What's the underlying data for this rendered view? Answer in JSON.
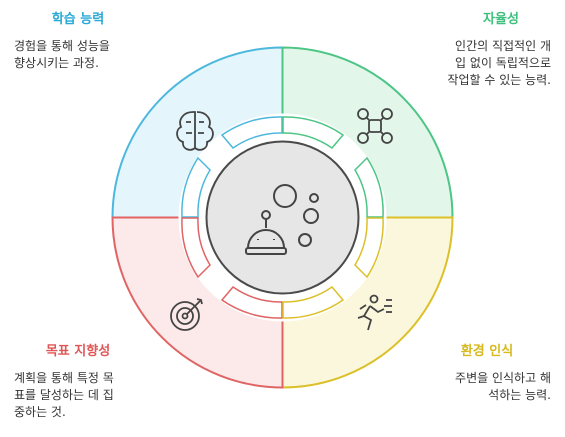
{
  "quadrants": {
    "learning": {
      "title": "학습 능력",
      "desc_line1": "경험을 통해 성능을",
      "desc_line2": "향상시키는 과정.",
      "color": "#29a9d6",
      "icon": "brain-icon"
    },
    "autonomy": {
      "title": "자율성",
      "desc_line1": "인간의 직접적인 개",
      "desc_line2": "입 없이 독립적으로",
      "desc_line3": "작업할 수 있는 능력.",
      "color": "#3ec07c",
      "icon": "drone-icon"
    },
    "goal": {
      "title": "목표 지향성",
      "desc_line1": "계획을 통해 특정 목",
      "desc_line2": "표를 달성하는 데 집",
      "desc_line3": "중하는 것.",
      "color": "#e05555",
      "icon": "target-icon"
    },
    "perception": {
      "title": "환경 인식",
      "desc_line1": "주변을 인식하고 해",
      "desc_line2": "석하는 능력.",
      "color": "#d6b91e",
      "icon": "running-person-icon"
    }
  },
  "center": {
    "icon": "robot-icon"
  }
}
